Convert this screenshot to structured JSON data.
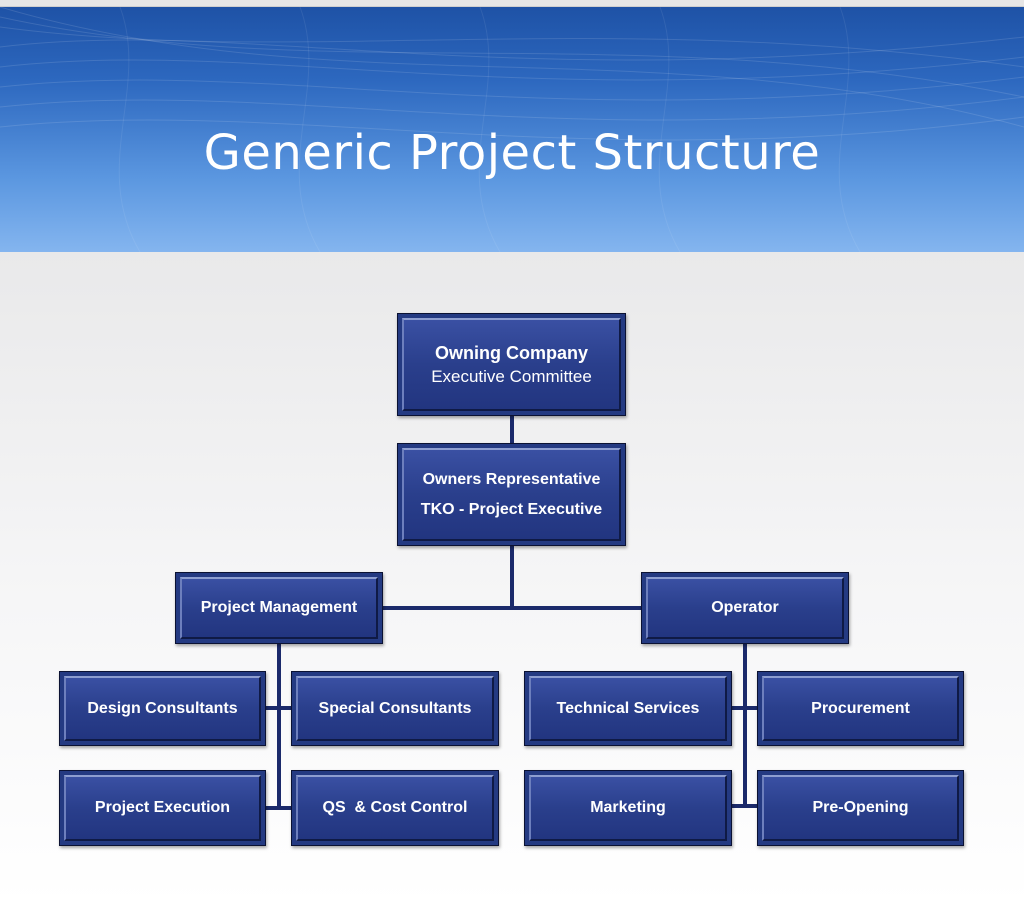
{
  "slide": {
    "title": "Generic Project Structure"
  },
  "org_chart": {
    "top": {
      "line1": "Owning Company",
      "line2": "Executive Committee"
    },
    "owners_rep": {
      "line1": "Owners Representative",
      "line2": "TKO - Project Executive"
    },
    "project_management": "Project Management",
    "operator": "Operator",
    "pm_children": [
      "Design Consultants",
      "Special Consultants",
      "Project Execution",
      "QS  & Cost Control"
    ],
    "operator_children": [
      "Technical Services",
      "Procurement",
      "Marketing",
      "Pre-Opening"
    ]
  },
  "colors": {
    "box_fill": "#243a82",
    "connector": "#1b2a6b",
    "banner_top": "#1e52a6",
    "banner_bottom": "#84b5ef"
  }
}
